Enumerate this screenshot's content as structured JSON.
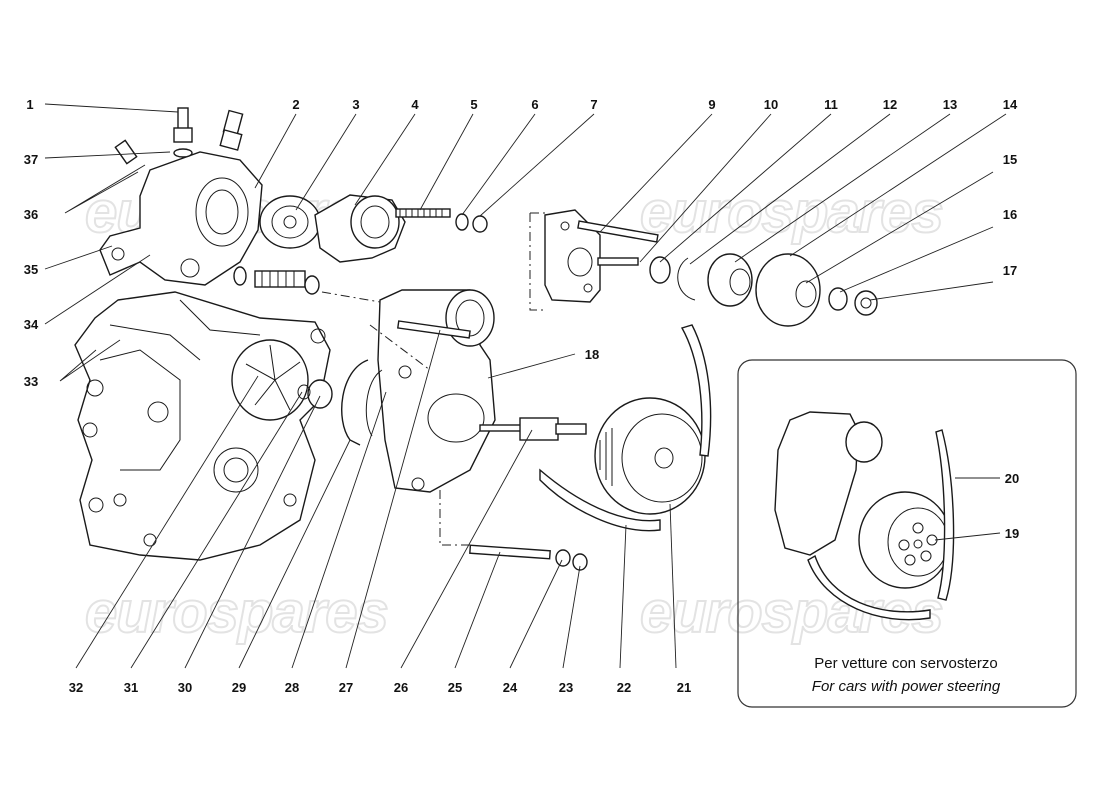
{
  "watermark": "eurospares",
  "callouts": {
    "top": [
      {
        "id": "1",
        "label": "1"
      },
      {
        "id": "2",
        "label": "2"
      },
      {
        "id": "3",
        "label": "3"
      },
      {
        "id": "4",
        "label": "4"
      },
      {
        "id": "5",
        "label": "5"
      },
      {
        "id": "6",
        "label": "6"
      },
      {
        "id": "7",
        "label": "7"
      },
      {
        "id": "9",
        "label": "9"
      },
      {
        "id": "10",
        "label": "10"
      },
      {
        "id": "11",
        "label": "11"
      },
      {
        "id": "12",
        "label": "12"
      },
      {
        "id": "13",
        "label": "13"
      },
      {
        "id": "14",
        "label": "14"
      }
    ],
    "left": [
      {
        "id": "37",
        "label": "37"
      },
      {
        "id": "36",
        "label": "36"
      },
      {
        "id": "35",
        "label": "35"
      },
      {
        "id": "34",
        "label": "34"
      },
      {
        "id": "33",
        "label": "33"
      }
    ],
    "right": [
      {
        "id": "15",
        "label": "15"
      },
      {
        "id": "16",
        "label": "16"
      },
      {
        "id": "17",
        "label": "17"
      },
      {
        "id": "18",
        "label": "18"
      }
    ],
    "bottom": [
      {
        "id": "32",
        "label": "32"
      },
      {
        "id": "31",
        "label": "31"
      },
      {
        "id": "30",
        "label": "30"
      },
      {
        "id": "29",
        "label": "29"
      },
      {
        "id": "28",
        "label": "28"
      },
      {
        "id": "27",
        "label": "27"
      },
      {
        "id": "26",
        "label": "26"
      },
      {
        "id": "25",
        "label": "25"
      },
      {
        "id": "24",
        "label": "24"
      },
      {
        "id": "23",
        "label": "23"
      },
      {
        "id": "22",
        "label": "22"
      },
      {
        "id": "21",
        "label": "21"
      }
    ],
    "inset": [
      {
        "id": "20",
        "label": "20"
      },
      {
        "id": "19",
        "label": "19"
      }
    ]
  },
  "inset": {
    "caption_it": "Per vetture con servosterzo",
    "caption_en": "For cars with power steering"
  }
}
